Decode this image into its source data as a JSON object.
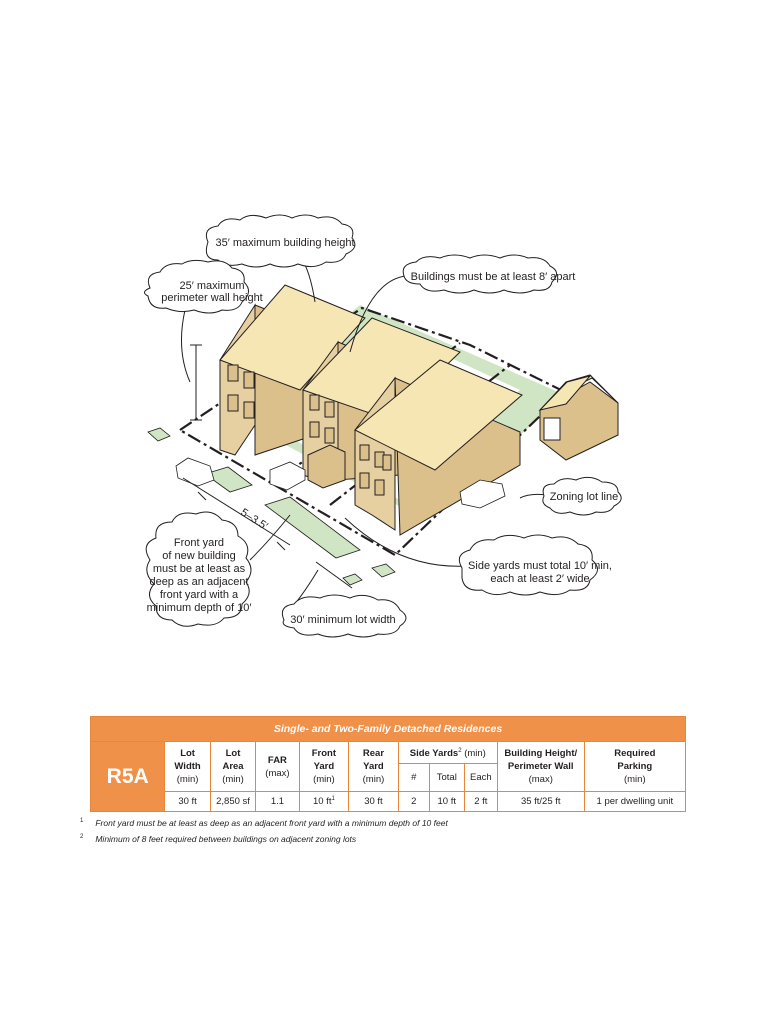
{
  "callouts": {
    "max_height": "35′ maximum building height",
    "perimeter_line1": "25′ maximum",
    "perimeter_line2": "perimeter wall height",
    "apart": "Buildings must be at least 8′ apart",
    "zoning_lot_line": "Zoning lot line",
    "side_yards_line1": "Side yards must total 10′ min,",
    "side_yards_line2": "each at least 2′ wide",
    "lot_width": "30′ minimum lot width",
    "front_yard_lines": [
      "Front yard",
      "of new building",
      "must be at least as",
      "deep as an adjacent",
      "front yard with a",
      "minimum depth of 10′"
    ],
    "dimension_label": "5–3.5′"
  },
  "colors": {
    "building_wall": "#dcc08c",
    "building_roof": "#f5e6b4",
    "yard_green": "#cfe5c4",
    "table_orange": "#f0914a",
    "table_border": "#e8873c"
  },
  "table": {
    "title": "Single- and Two-Family Detached Residences",
    "district": "R5A",
    "headers": {
      "lot_width": [
        "Lot",
        "Width",
        "(min)"
      ],
      "lot_area": [
        "Lot",
        "Area",
        "(min)"
      ],
      "far": [
        "FAR",
        "(max)"
      ],
      "front_yard": [
        "Front",
        "Yard",
        "(min)"
      ],
      "rear_yard": [
        "Rear",
        "Yard",
        "(min)"
      ],
      "side_yards": "Side Yards",
      "side_yards_note": "2",
      "side_yards_min": "(min)",
      "side_number": "#",
      "side_total": "Total",
      "side_each": "Each",
      "building_height": [
        "Building Height/",
        "Perimeter Wall",
        "(max)"
      ],
      "parking": [
        "Required",
        "Parking",
        "(min)"
      ]
    },
    "values": {
      "lot_width": "30 ft",
      "lot_area": "2,850 sf",
      "far": "1.1",
      "front_yard": "10 ft",
      "front_yard_note": "1",
      "rear_yard": "30 ft",
      "side_number": "2",
      "side_total": "10 ft",
      "side_each": "2 ft",
      "building_height": "35 ft/25 ft",
      "parking": "1 per dwelling unit"
    }
  },
  "footnotes": [
    {
      "mark": "1",
      "text": "Front yard must be at least as deep as an adjacent front yard with a minimum depth of 10 feet"
    },
    {
      "mark": "2",
      "text": "Minimum of 8 feet required between buildings on adjacent zoning lots"
    }
  ]
}
